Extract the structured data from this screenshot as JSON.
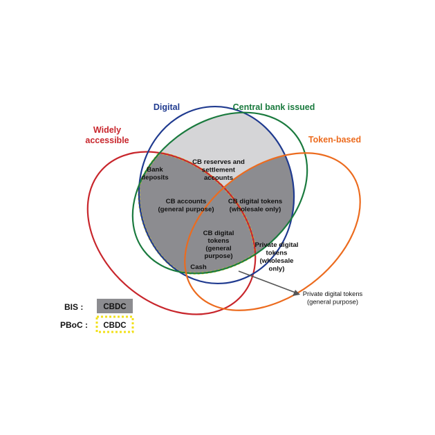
{
  "colors": {
    "widely_accessible": "#c8262c",
    "digital": "#1f3a8f",
    "central_bank_issued": "#1a7a3e",
    "token_based": "#ec6b1e",
    "bis_fill_dark": "#8c8c90",
    "bis_fill_light": "#d5d5d7",
    "pboc_dash": "#f2e01a"
  },
  "sets": {
    "widely_accessible": "Widely\naccessible",
    "digital": "Digital",
    "central_bank_issued": "Central bank issued",
    "token_based": "Token-based"
  },
  "regions": {
    "bank_deposits": "Bank\ndeposits",
    "cb_reserves": "CB reserves and\nsettlement\naccounts",
    "cb_accounts": "CB accounts\n(general purpose)",
    "cb_tokens_wholesale": "CB digital tokens\n(wholesale only)",
    "cb_tokens_general": "CB digital\ntokens\n(general\npurpose)",
    "private_tokens_wholesale": "Private digital\ntokens\n(wholesale\nonly)",
    "cash": "Cash",
    "private_tokens_general": "Private digital tokens\n(general purpose)"
  },
  "legend": {
    "bis_label": "BIS :",
    "bis_box": "CBDC",
    "pboc_label": "PBoC :",
    "pboc_box": "CBDC"
  }
}
